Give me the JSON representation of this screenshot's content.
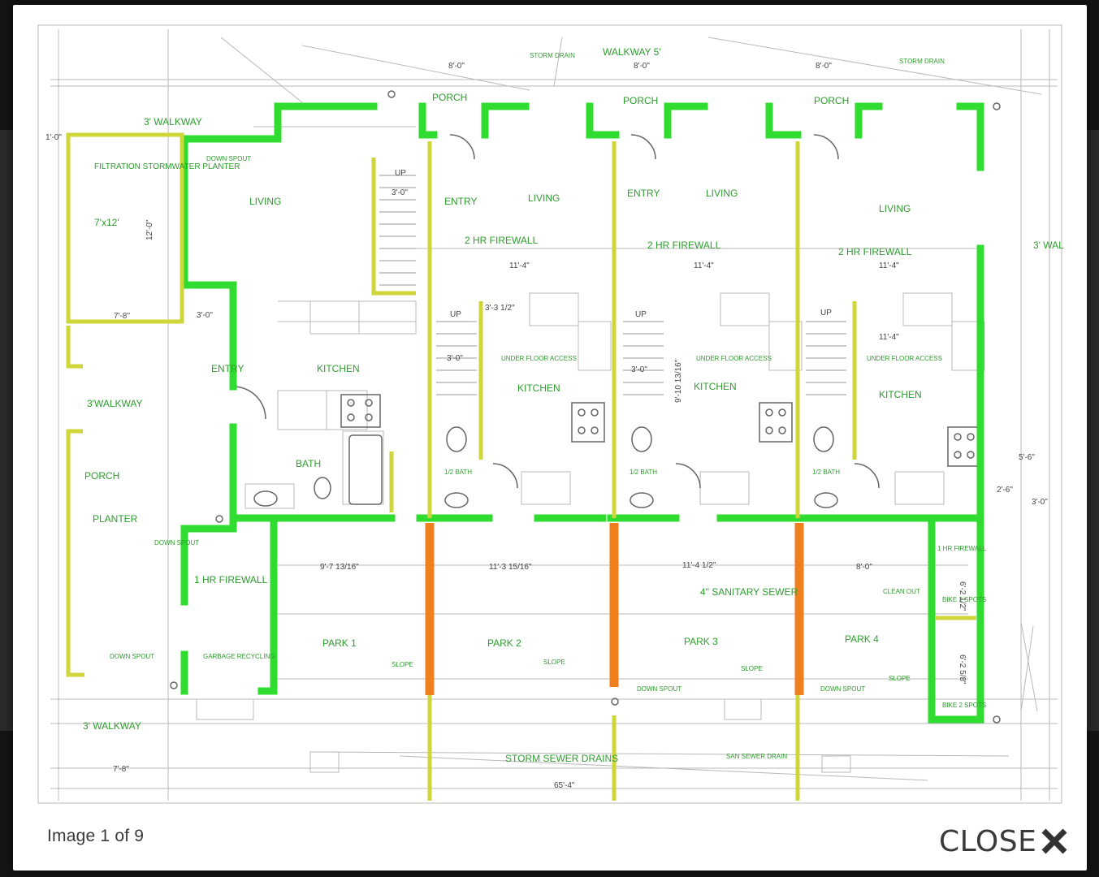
{
  "lightbox": {
    "counter_text": "Image 1 of 9",
    "close_label": "CLOSE",
    "close_icon": "close-x-icon"
  },
  "plan": {
    "labels": {
      "storm_drain_top": "STORM DRAIN",
      "walkway_top": "WALKWAY 5'",
      "storm_drain_top_right": "STORM DRAIN",
      "porch_1": "PORCH",
      "porch_2": "PORCH",
      "porch_3": "PORCH",
      "walkway_3_top": "3' WALKWAY",
      "walkway_3_mid": "3'WALKWAY",
      "walkway_3_bottom": "3' WALKWAY",
      "filtration_planter": "FILTRATION STORMWATER PLANTER",
      "planter_size": "7'x12'",
      "porch_left": "PORCH",
      "planter_left": "PLANTER",
      "living_1": "LIVING",
      "living_2": "LIVING",
      "living_3": "LIVING",
      "living_4": "LIVING",
      "entry_1": "ENTRY",
      "entry_2": "ENTRY",
      "entry_3": "ENTRY",
      "firewall_2hr_1": "2 HR FIREWALL",
      "firewall_2hr_2": "2 HR FIREWALL",
      "firewall_2hr_3": "2 HR FIREWALL",
      "firewall_1hr_left": "1 HR FIREWALL",
      "firewall_1hr_right": "1 HR FIREWALL",
      "kitchen_1": "KITCHEN",
      "kitchen_2": "KITCHEN",
      "kitchen_3": "KITCHEN",
      "kitchen_4": "KITCHEN",
      "under_floor_1": "UNDER FLOOR ACCESS",
      "under_floor_2": "UNDER FLOOR ACCESS",
      "under_floor_3": "UNDER FLOOR ACCESS",
      "bath": "BATH",
      "half_bath_1": "1/2 BATH",
      "half_bath_2": "1/2 BATH",
      "half_bath_3": "1/2 BATH",
      "up_1": "UP",
      "up_2": "UP",
      "up_3": "UP",
      "up_4": "UP",
      "park_1": "PARK 1",
      "park_2": "PARK 2",
      "park_3": "PARK 3",
      "park_4": "PARK 4",
      "sanitary_sewer": "4\" SANITARY SEWER",
      "storm_sewer_drains": "STORM SEWER DRAINS",
      "garbage_recycling": "GARBAGE RECYCLING",
      "down_spout_1": "DOWN SPOUT",
      "down_spout_2": "DOWN SPOUT",
      "down_spout_3": "DOWN SPOUT",
      "down_spout_4": "DOWN SPOUT",
      "down_spout_5": "DOWN SPOUT",
      "clean_out": "CLEAN OUT",
      "slope_1": "SLOPE",
      "slope_2": "SLOPE",
      "slope_3": "SLOPE",
      "slope_4": "SLOPE",
      "bike_spots_1": "BIKE 2 SPOTS",
      "bike_spots_2": "BIKE 2 SPOTS",
      "san_sewer_drain": "SAN SEWER DRAIN",
      "walkway_right": "3' WAL"
    },
    "dimensions": {
      "d_8_0_a": "8'-0\"",
      "d_8_0_b": "8'-0\"",
      "d_8_0_c": "8'-0\"",
      "d_8_0_d": "8'-0\"",
      "d_11_4_a": "11'-4\"",
      "d_11_4_b": "11'-4\"",
      "d_11_4_c": "11'-4\"",
      "d_11_4_d": "11'-4\"",
      "d_3_0_a": "3'-0\"",
      "d_3_0_b": "3'-0\"",
      "d_3_0_c": "3'-0\"",
      "d_3_0_d": "3'-0\"",
      "d_3_0_e": "3'-0\"",
      "d_3_3_half": "3'-3 1/2\"",
      "d_7_8_a": "7'-8\"",
      "d_7_8_b": "7'-8\"",
      "d_12_0": "12'-0\"",
      "d_9_7": "9'-7 13/16\"",
      "d_11_3": "11'-3 15/16\"",
      "d_11_4_half": "11'-4 1/2\"",
      "d_9_10": "9'-10 13/16\"",
      "d_5_6": "5'-6\"",
      "d_2_6": "2'-6\"",
      "d_6_2_a": "6'-2 1/2\"",
      "d_6_2_b": "6'-2 5/8\"",
      "d_65_4": "65'-4\"",
      "d_1_0": "1'-0\""
    }
  }
}
